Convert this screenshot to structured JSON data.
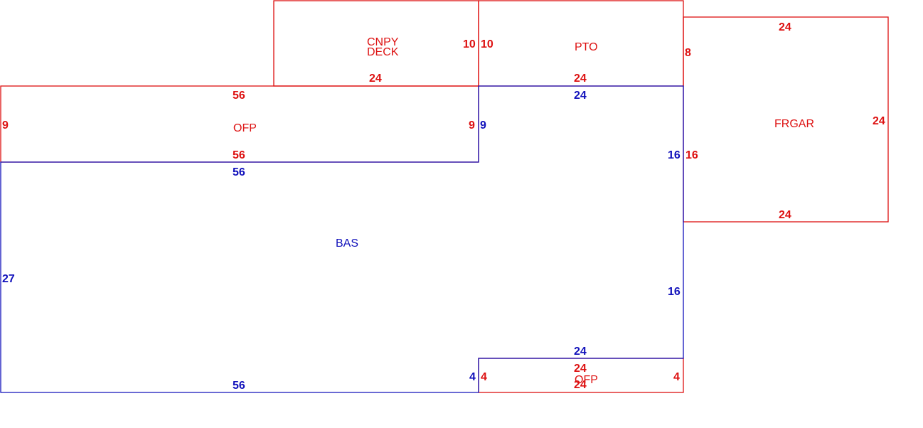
{
  "colors": {
    "red": "#dd1111",
    "blue": "#1111bb",
    "background": "#ffffff"
  },
  "areas": {
    "cnpy_deck": {
      "name_line1": "CNPY",
      "name_line2": "DECK",
      "top": "",
      "bottom": "24",
      "left": "",
      "right": "10"
    },
    "pto": {
      "name": "PTO",
      "bottom": "24",
      "left": "10",
      "right": "8"
    },
    "frgar": {
      "name": "FRGAR",
      "top": "24",
      "bottom": "24",
      "left": "16",
      "right": "24"
    },
    "ofp_upper": {
      "name": "OFP",
      "top": "56",
      "bottom": "56",
      "left": "9",
      "right": "9"
    },
    "bas": {
      "name": "BAS",
      "top_left": "56",
      "top_right": "24",
      "inner_left": "9",
      "right_upper": "16",
      "right_lower": "16",
      "bottom_notch": "24",
      "notch_side": "4",
      "bottom": "56",
      "left": "27"
    },
    "ofp_lower": {
      "name": "OFP",
      "top": "24",
      "bottom": "24",
      "left": "4",
      "right": "4"
    }
  }
}
